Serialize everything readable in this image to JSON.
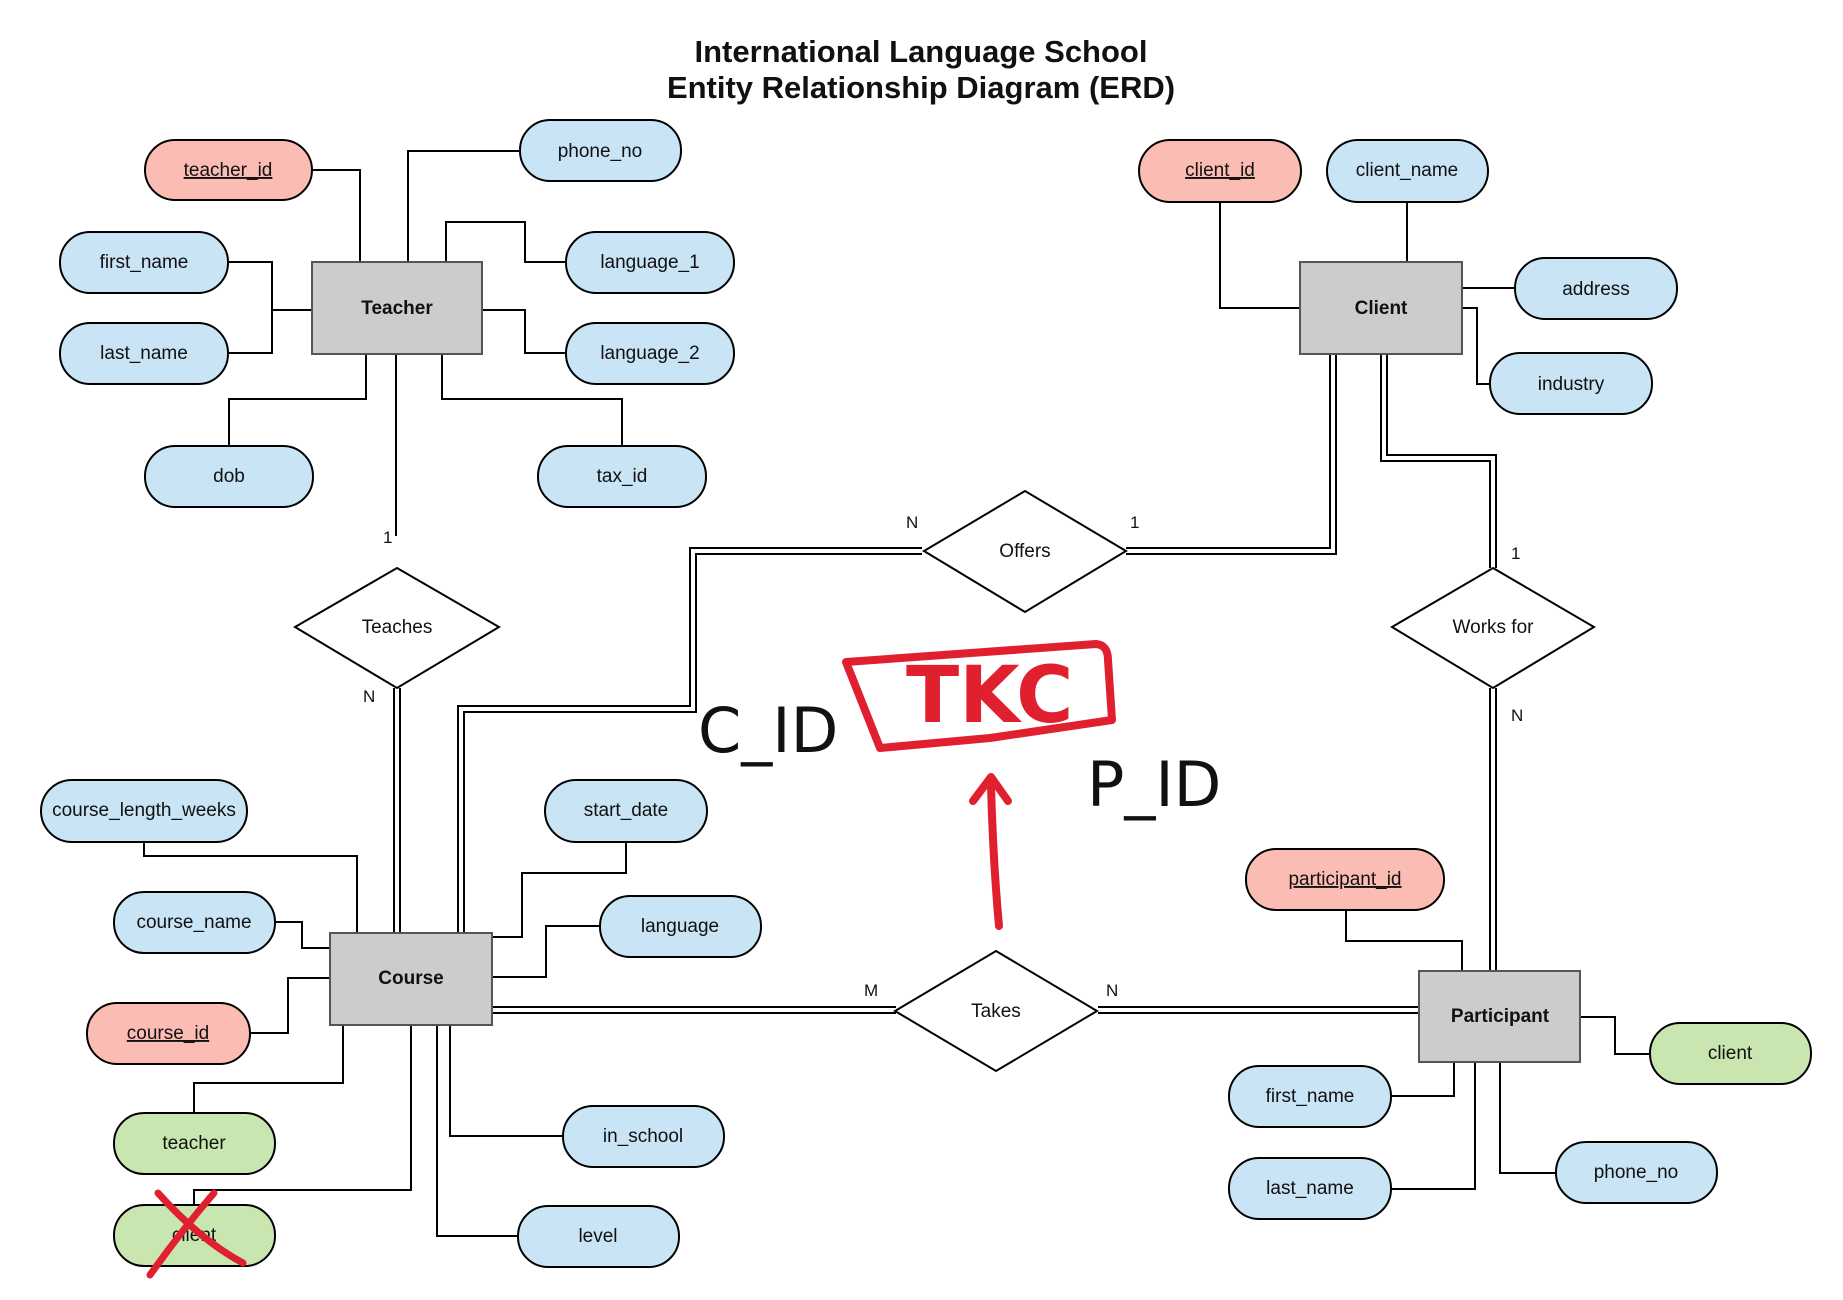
{
  "title": {
    "line1": "International Language School",
    "line2": "Entity Relationship Diagram (ERD)"
  },
  "colors": {
    "entity_fill": "#cccccc",
    "attribute_fill": "#c8e4f5",
    "key_fill": "#fbbcb3",
    "foreign_fill": "#c9e6b0",
    "annotation_red": "#e0202e"
  },
  "entities": {
    "teacher": "Teacher",
    "client": "Client",
    "course": "Course",
    "participant": "Participant"
  },
  "relationships": {
    "teaches": "Teaches",
    "offers": "Offers",
    "works_for": "Works for",
    "takes": "Takes"
  },
  "cardinalities": {
    "teaches_teacher": "1",
    "teaches_course": "N",
    "offers_course": "N",
    "offers_client": "1",
    "works_for_client": "1",
    "works_for_participant": "N",
    "takes_course": "M",
    "takes_participant": "N"
  },
  "attributes": {
    "teacher": {
      "teacher_id": "teacher_id",
      "phone_no": "phone_no",
      "first_name": "first_name",
      "language_1": "language_1",
      "last_name": "last_name",
      "language_2": "language_2",
      "dob": "dob",
      "tax_id": "tax_id"
    },
    "client": {
      "client_id": "client_id",
      "client_name": "client_name",
      "address": "address",
      "industry": "industry"
    },
    "course": {
      "course_length_weeks": "course_length_weeks",
      "start_date": "start_date",
      "course_name": "course_name",
      "language": "language",
      "course_id": "course_id",
      "teacher": "teacher",
      "client_crossed": "client",
      "in_school": "in_school",
      "level": "level"
    },
    "participant": {
      "participant_id": "participant_id",
      "client": "client",
      "first_name": "first_name",
      "last_name": "last_name",
      "phone_no": "phone_no"
    }
  },
  "annotations": {
    "c_id": "C_ID",
    "tkc": "TKC",
    "p_id": "P_ID"
  }
}
